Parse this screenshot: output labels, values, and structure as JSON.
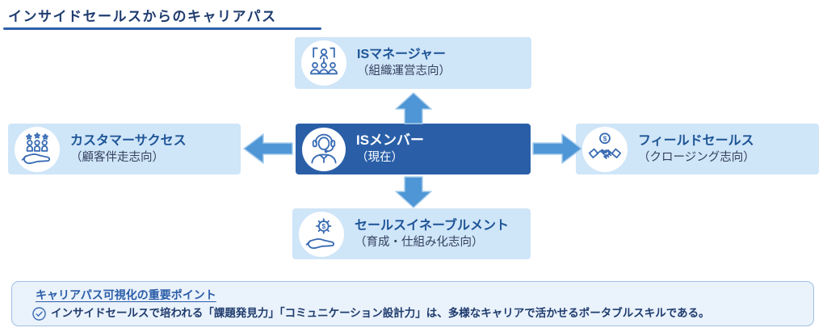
{
  "page_title": "インサイドセールスからのキャリアパス",
  "colors": {
    "title_navy": "#1f3c6e",
    "underline_blue": "#2e5fa8",
    "light_box_bg": "#cfe5f8",
    "dark_box_bg": "#2a5fa8",
    "box_title_blue": "#1d5496",
    "box_subtitle_navy": "#33415e",
    "arrow_blue": "#4e96d6",
    "icon_line_blue": "#3a6cb4",
    "note_bg": "#eaf2fb",
    "note_border": "#9ec0e2",
    "note_heading_blue": "#2a5da8"
  },
  "diagram": {
    "center": {
      "title": "ISメンバー",
      "subtitle": "（現在）",
      "icon": "headset-agent-icon"
    },
    "top": {
      "title": "ISマネージャー",
      "subtitle": "（組織運営志向）",
      "icon": "org-team-icon"
    },
    "left": {
      "title": "カスタマーサクセス",
      "subtitle": "（顧客伴走志向）",
      "icon": "hand-customers-stars-icon"
    },
    "right": {
      "title": "フィールドセールス",
      "subtitle": "（クロージング志向）",
      "icon": "handshake-dollar-icon"
    },
    "bottom": {
      "title": "セールスイネーブルメント",
      "subtitle": "（育成・仕組み化志向）",
      "icon": "hand-gear-dollar-icon"
    }
  },
  "note": {
    "heading": "キャリアパス可視化の重要ポイント",
    "body": "インサイドセールスで培われる「課題発見力」「コミュニケーション設計力」は、多様なキャリアで活かせるポータブルスキルである。"
  }
}
